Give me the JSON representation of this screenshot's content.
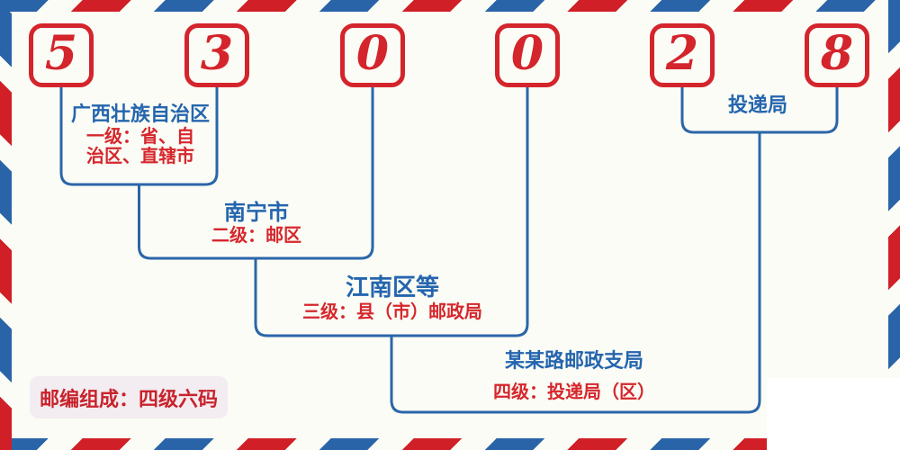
{
  "code": {
    "digits": [
      "5",
      "3",
      "0",
      "0",
      "2",
      "8"
    ]
  },
  "levels": [
    {
      "title": "广西壮族自治区",
      "desc_lines": [
        "一级：省、自",
        "治区、直辖市"
      ]
    },
    {
      "title": "南宁市",
      "desc_lines": [
        "二级：邮区"
      ]
    },
    {
      "title": "江南区等",
      "desc_lines": [
        "三级：县（市）邮政局"
      ]
    },
    {
      "title": "某某路邮政支局",
      "desc_lines": [
        "四级：投递局（区）"
      ]
    },
    {
      "title": "投递局",
      "desc_lines": []
    }
  ],
  "badge": {
    "label": "邮编组成：四级六码"
  },
  "colors": {
    "digit_red": "#d4242c",
    "desc_red": "#d6262c",
    "title_blue": "#2565ae",
    "line_blue": "#2b66a9",
    "border_red": "#d01f26",
    "border_blue": "#2a64a8",
    "badge_bg": "#f3ecf1",
    "background": "#fafcf5"
  }
}
